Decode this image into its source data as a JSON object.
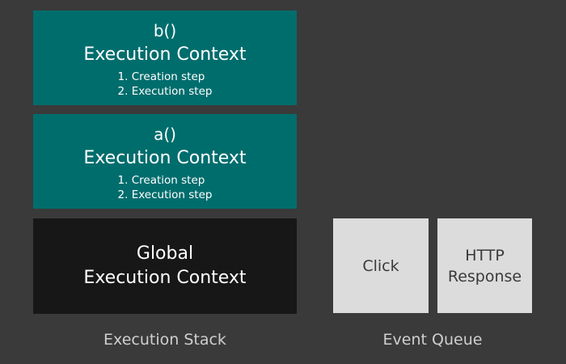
{
  "colors": {
    "background": "#3a3a3a",
    "frame_teal": "#006d6d",
    "global_black": "#171717",
    "event_gray": "#dcdcdc",
    "label_text": "#cfcfcf",
    "frame_text": "#ffffff",
    "event_text": "#3a3a3a"
  },
  "execution_stack": {
    "label": "Execution Stack",
    "frames": [
      {
        "function": "b()",
        "title": "Execution Context",
        "steps": [
          "1. Creation step",
          "2. Execution step"
        ]
      },
      {
        "function": "a()",
        "title": "Execution Context",
        "steps": [
          "1. Creation step",
          "2. Execution step"
        ]
      },
      {
        "title": "Global\nExecution Context"
      }
    ]
  },
  "event_queue": {
    "label": "Event Queue",
    "events": [
      {
        "label": "Click"
      },
      {
        "label": "HTTP Response"
      }
    ]
  }
}
